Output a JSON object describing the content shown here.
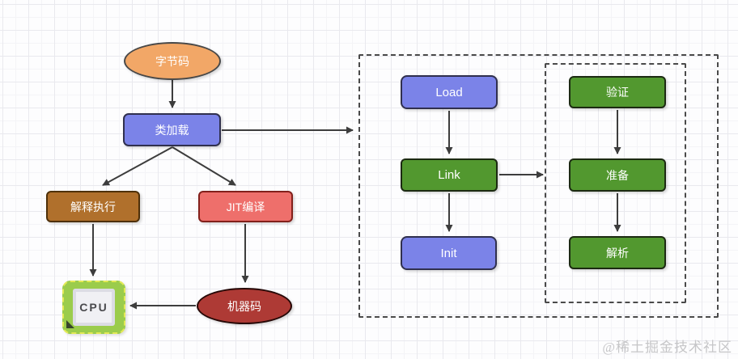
{
  "nodes": {
    "bytecode": "字节码",
    "class_load": "类加载",
    "interpret": "解释执行",
    "jit": "JIT编译",
    "cpu": "CPU",
    "machine_code": "机器码",
    "load": "Load",
    "link": "Link",
    "init": "Init",
    "verify": "验证",
    "prepare": "准备",
    "resolve": "解析"
  },
  "edges": [
    {
      "from": "bytecode",
      "to": "class_load"
    },
    {
      "from": "class_load",
      "to": "interpret"
    },
    {
      "from": "class_load",
      "to": "jit"
    },
    {
      "from": "class_load",
      "to": "loading_group"
    },
    {
      "from": "interpret",
      "to": "cpu"
    },
    {
      "from": "jit",
      "to": "machine_code"
    },
    {
      "from": "machine_code",
      "to": "cpu"
    },
    {
      "from": "load",
      "to": "link"
    },
    {
      "from": "link",
      "to": "init"
    },
    {
      "from": "link",
      "to": "linking_group"
    },
    {
      "from": "verify",
      "to": "prepare"
    },
    {
      "from": "prepare",
      "to": "resolve"
    }
  ],
  "palette": {
    "orange_fill": "#f2a767",
    "blue_fill": "#7b83e8",
    "brown_fill": "#b0702c",
    "salmon_fill": "#ee6f6b",
    "dark_red_fill": "#ae3a35",
    "green_fill": "#52982f",
    "cpu_green": "#9bcc4c",
    "arrow": "#3d3d3d",
    "dashed_border": "#4a4a4a",
    "watermark_gray": "#c6c6c8"
  },
  "watermark": "@稀土掘金技术社区"
}
